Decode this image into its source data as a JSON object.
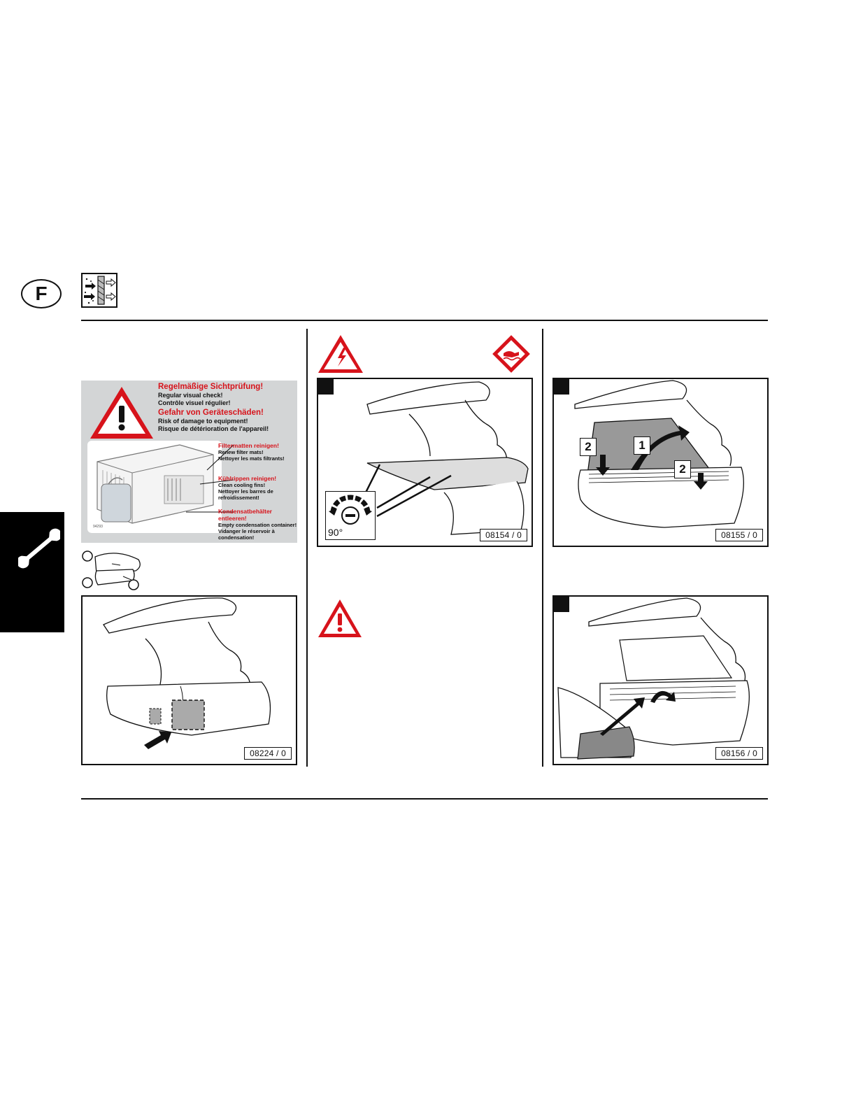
{
  "header": {
    "language_badge": "F",
    "filter_icon": "filter-mat-icon"
  },
  "side_tab": {
    "icon": "wrench-icon"
  },
  "sticker": {
    "heading_1": "Regelmäßige Sichtprüfung!",
    "line_1a": "Regular visual check!",
    "line_1b": "Contrôle visuel régulier!",
    "heading_2": "Gefahr von Geräteschäden!",
    "line_2a": "Risk of damage to equipment!",
    "line_2b": "Risque de détérioration de l'appareil!",
    "item_1_title": "Filtermatten reinigen!",
    "item_1_a": "Renew filter mats!",
    "item_1_b": "Nettoyer les mats filtrants!",
    "item_2_title": "Kühlrippen reinigen!",
    "item_2_a": "Clean cooling fins!",
    "item_2_b": "Nettoyer les barres de refroidissement!",
    "item_3_title": "Kondensatbehälter entleeren!",
    "item_3_a": "Empty condensation container!",
    "item_3_b": "Vidanger le réservoir à condensation!",
    "code": "94293"
  },
  "figures": {
    "fig_08224": "08224 / 0",
    "fig_08154": "08154 / 0",
    "fig_08155": "08155 / 0",
    "fig_08156": "08156 / 0",
    "rotation_label": "90°",
    "callout_1": "1",
    "callout_2a": "2",
    "callout_2b": "2"
  },
  "colors": {
    "warning_red": "#d7131b",
    "sticker_grey": "#d3d5d6",
    "ink": "#111111"
  },
  "icons": [
    "warning-triangle-icon",
    "electric-hazard-icon",
    "hot-surface-icon",
    "filter-mat-icon",
    "wrench-icon"
  ]
}
